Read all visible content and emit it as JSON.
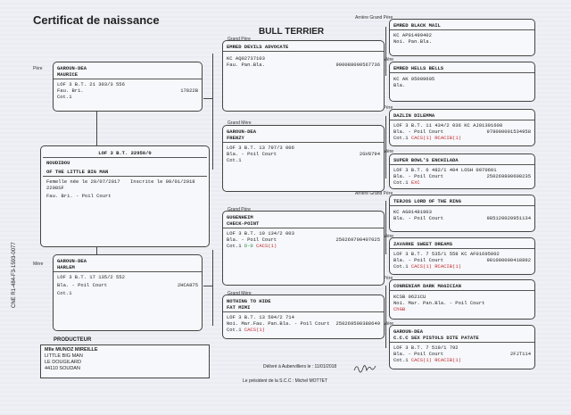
{
  "header": {
    "title": "Certificat de naissance",
    "breed": "BULL TERRIER"
  },
  "labels": {
    "pere": "Père",
    "mere": "Mère",
    "grand_pere": "Grand Père",
    "grand_mere": "Grand Mère",
    "arriere_grand_pere": "Arrière Grand Père",
    "arriere_grand_mere": "Arrière Grand Mère"
  },
  "dog": {
    "lof": "LOF 3 B.T. 22950/0",
    "name1": "NOUDIDOU",
    "name2": "OF THE LITTLE BIG MAN",
    "birth": "Femelle née le 20/07/2017",
    "inscrit": "Inscrite le 09/01/2018",
    "code": "2208SF",
    "desc": "Fau. Bri. - Poil Court"
  },
  "sire": {
    "name1": "GAROUN-DEA",
    "name2": "MAURICE",
    "lof": "LOF 3 B.T. 21 303/3 556",
    "desc": "Fau. Bri.",
    "id": "17822B",
    "cot": "Cot.1"
  },
  "dam": {
    "name1": "GAROUN-DEA",
    "name2": "HARLEM",
    "lof": "LOF 3 B.T. 17 135/2 552",
    "desc": "Bla. - Poil Court",
    "id": "2HCA875",
    "cot": "Cot.1"
  },
  "gp1": {
    "name": "EMRED DEVILS ADVOCATE",
    "kc": "KC AQ02737103",
    "desc": "Fau. Pan.Bla.",
    "id": "900088000567736"
  },
  "gm1": {
    "name1": "GAROUN-DEA",
    "name2": "FRENZY",
    "lof": "LOF 3 B.T. 13 797/3 006",
    "desc": "Bla. - Poil Court",
    "id": "2GV8794",
    "cot": "Cot.1"
  },
  "gp2": {
    "name1": "GUGENHEIM",
    "name2": "CHECK-POINT",
    "lof": "LOF 3 B.T. 10 134/2 003",
    "desc": "Bla. - Poil Court",
    "id": "250269700407025",
    "cot": "Cot.1",
    "d": "D-0",
    "cacs": "CACS(1)"
  },
  "gm2": {
    "name1": "NOTHING TO HIDE",
    "name2": "FAT MIMI",
    "lof": "LOF 3 B.T. 13 594/2 714",
    "desc": "Noi. Mar.Fau. Pan.Bla. - Poil Court",
    "id": "250269500388649",
    "cot": "Cot.1",
    "cacs": "CACS(1)"
  },
  "ggp": [
    {
      "name": "EMRED BLACK MAIL",
      "lines": [
        "KC AP01499402",
        "Noi. Pan.Bla."
      ]
    },
    {
      "name": "EMRED HELLS BELLS",
      "lines": [
        "KC AK 05009605",
        "Bla."
      ]
    },
    {
      "name": "DAZLIN DILEMMA",
      "lines": [
        "LOF 3 B.T. 11 434/2 036 KC AJ01391608",
        "Bla. - Poil Court"
      ],
      "id": "978000001534958",
      "cot": "Cot.1",
      "red": "CACS(1) RCACIB(1)"
    },
    {
      "name": "SUPER BOWL'S ENCHILADA",
      "lines": [
        "LOF 3 B.T. 6 482/1 404 LOSH 0970601",
        "Bla. - Poil Court"
      ],
      "id": "250269800608235",
      "cot": "Cot.1",
      "red": "EXC"
    },
    {
      "name": "TERJOS LORD OF THE RING",
      "lines": [
        "KC AG01481903",
        "Bla. - Poil Court"
      ],
      "id": "985120020951134",
      "cot": "",
      "red": ""
    },
    {
      "name": "ZAVARKE SWEET DREAMS",
      "lines": [
        "LOF 3 B.T. 7 535/1 558 KC AF01695002",
        "Bla. - Poil Court"
      ],
      "id": "981000000418892",
      "cot": "Cot.1",
      "red": "CACS(1) RCACIB(1)"
    },
    {
      "name": "CONRENIAM DARK MAGICIAN",
      "lines": [
        "KCSB 0621CU",
        "Noi. Mar. Pan.Bla. - Poil Court"
      ],
      "id": "",
      "cot": "",
      "red": "ChGB"
    },
    {
      "name": "GAROUN-DEA",
      "name2": "C.C.C SEX PISTOLS DITE PATATE",
      "lines": [
        "LOF 3 B.T. 7 519/1 792",
        "Bla. - Poil Court"
      ],
      "id": "2FJT114",
      "cot": "Cot.1",
      "red": "CACS(1) RCACIB(1)"
    }
  ],
  "producer": {
    "title": "PRODUCTEUR",
    "name": "Mlle MUNOZ MIREILLE",
    "lines": [
      "LITTLE BIG MAN",
      "LE DOUGILARD",
      "44110 SOUDAN"
    ]
  },
  "side_code": "CNE   R1-484-F3-1593-0077",
  "footer": {
    "delivered": "Délivré à Aubervilliers le : 11/01/2018",
    "president": "Le président de la S.C.C : Michel MOTTET"
  },
  "colors": {
    "red": "#c0262b",
    "green": "#1f8a3a",
    "border": "#444444"
  }
}
